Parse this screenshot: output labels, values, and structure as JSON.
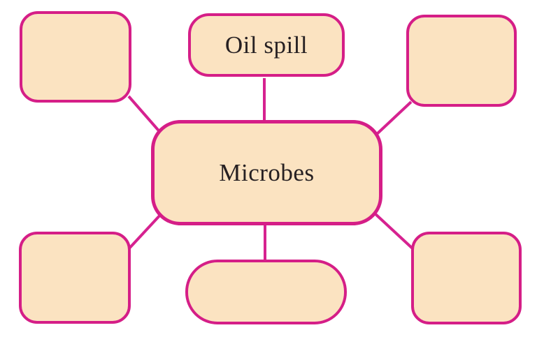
{
  "diagram": {
    "type": "concept-map",
    "colors": {
      "background": "#ffffff",
      "node_fill": "#fbe3c1",
      "node_border": "#d51e87",
      "connector": "#d62290",
      "label_text": "#262022"
    },
    "nodes": [
      {
        "id": "top-left",
        "label": ""
      },
      {
        "id": "top-center",
        "label": "Oil spill"
      },
      {
        "id": "top-right",
        "label": ""
      },
      {
        "id": "center",
        "label": "Microbes"
      },
      {
        "id": "bottom-left",
        "label": ""
      },
      {
        "id": "bottom-center",
        "label": ""
      },
      {
        "id": "bottom-right",
        "label": ""
      }
    ]
  }
}
